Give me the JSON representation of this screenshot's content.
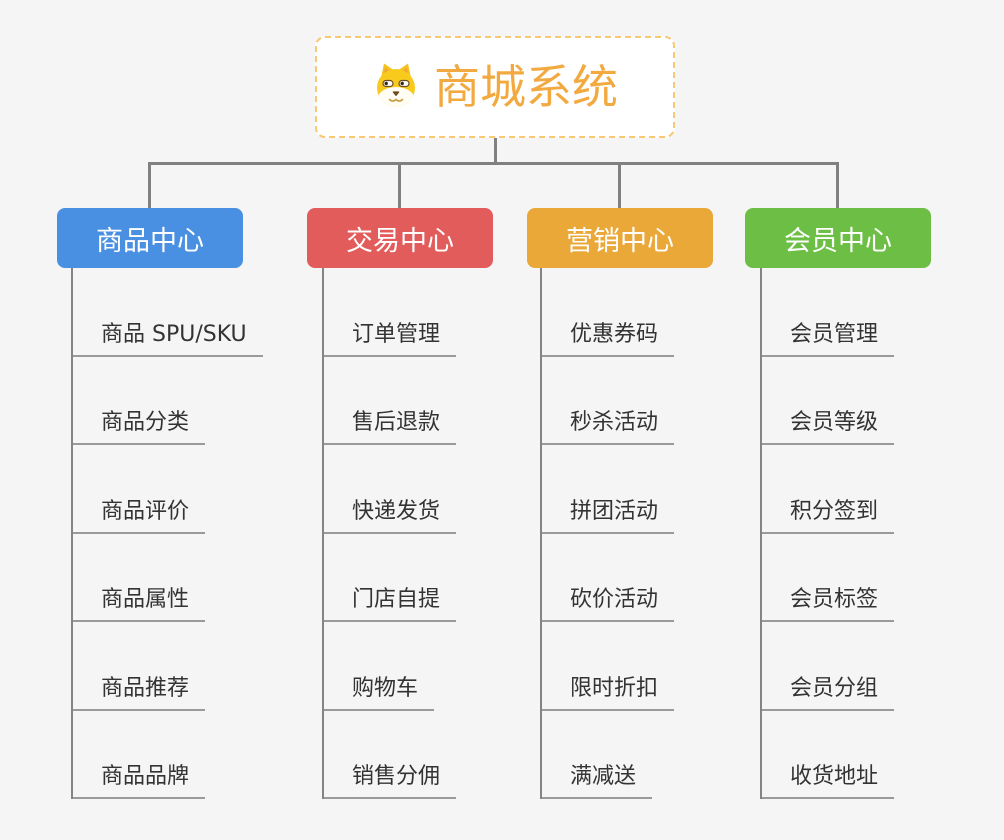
{
  "root": {
    "title": "商城系统",
    "icon": "dog-face-icon"
  },
  "branches": [
    {
      "label": "商品中心",
      "color": "#4a90e2",
      "children": [
        "商品 SPU/SKU",
        "商品分类",
        "商品评价",
        "商品属性",
        "商品推荐",
        "商品品牌"
      ]
    },
    {
      "label": "交易中心",
      "color": "#e25c5c",
      "children": [
        "订单管理",
        "售后退款",
        "快递发货",
        "门店自提",
        "购物车",
        "销售分佣"
      ]
    },
    {
      "label": "营销中心",
      "color": "#eaa839",
      "children": [
        "优惠券码",
        "秒杀活动",
        "拼团活动",
        "砍价活动",
        "限时折扣",
        "满减送"
      ]
    },
    {
      "label": "会员中心",
      "color": "#6cbe45",
      "children": [
        "会员管理",
        "会员等级",
        "积分签到",
        "会员标签",
        "会员分组",
        "收货地址"
      ]
    }
  ],
  "colors": {
    "background": "#f5f5f5",
    "connector": "#808080",
    "underline": "#9a9a9a",
    "root_border": "#f8c873",
    "root_title": "#f2a93f",
    "leaf_text": "#333333"
  }
}
